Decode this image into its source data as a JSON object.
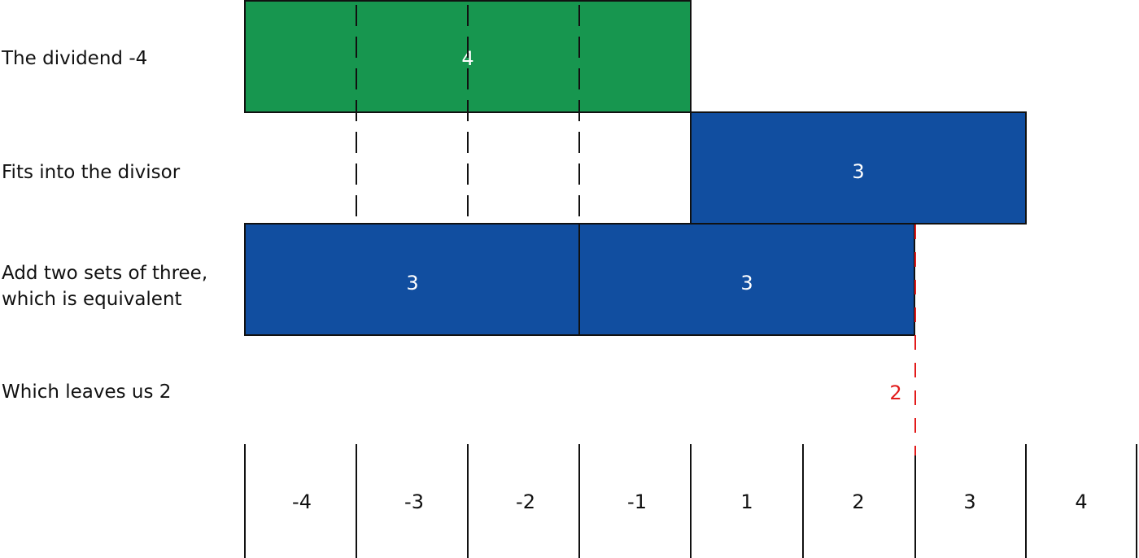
{
  "rows": {
    "dividend": "The dividend -4",
    "divisor": "Fits into the divisor",
    "add_sets": "Add two sets of three,\nwhich is equivalent",
    "remainder": "Which leaves us 2"
  },
  "blocks": {
    "dividend_value": "4",
    "divisor_value": "3",
    "set_one_value": "3",
    "set_two_value": "3",
    "remainder_value": "2"
  },
  "number_line": {
    "ticks": [
      "-4",
      "-3",
      "-2",
      "-1",
      "1",
      "2",
      "3",
      "4"
    ]
  },
  "colors": {
    "dividend_block": "#17964f",
    "divisor_block": "#114ea0",
    "remainder_marker": "#e21b1b",
    "ink": "#111111"
  }
}
